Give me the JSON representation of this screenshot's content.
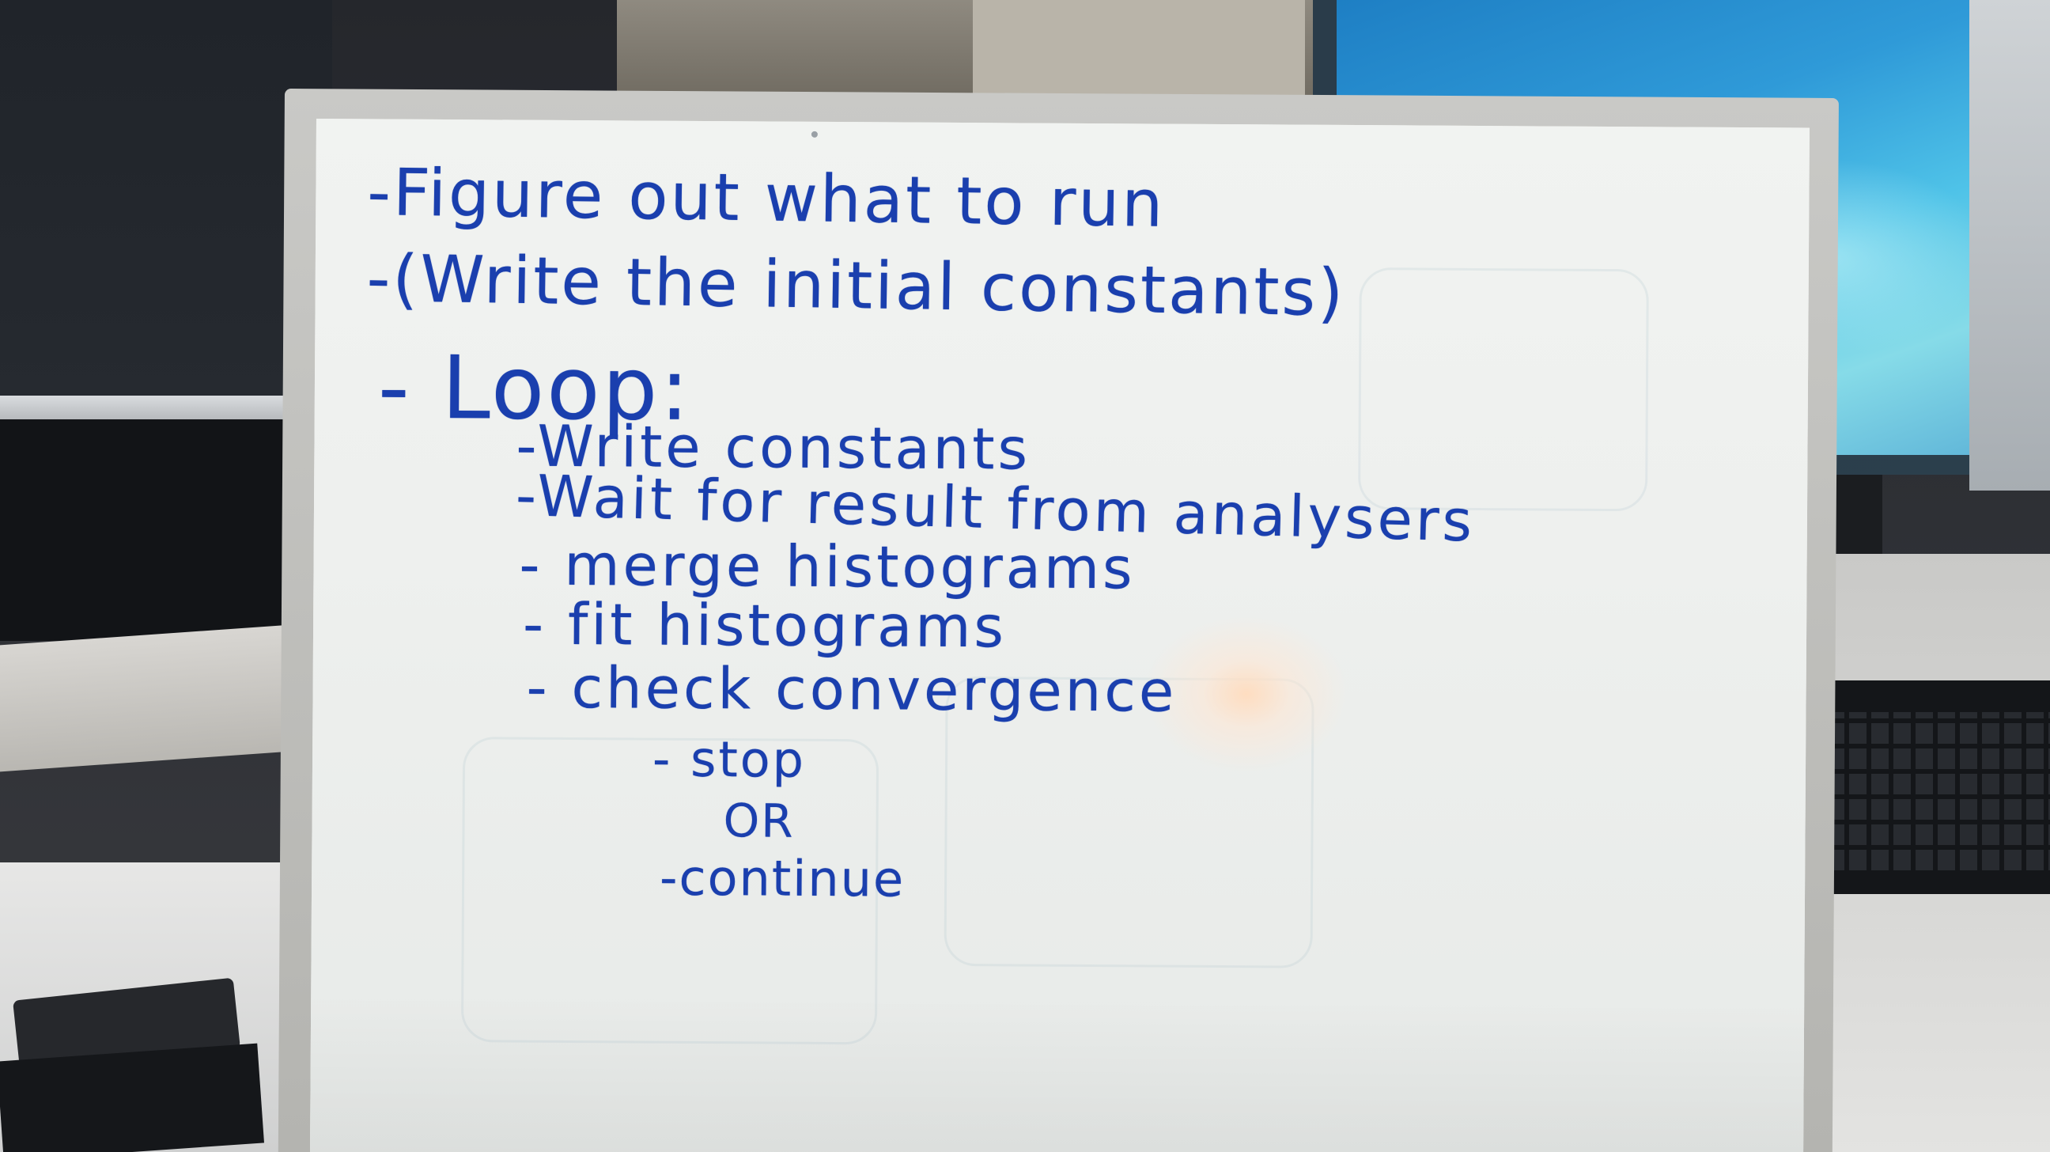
{
  "whiteboard": {
    "lines": {
      "figure_out": "-Figure out what to run",
      "write_initial": "-(Write the initial constants)",
      "loop": "- Loop:",
      "write_constants": "-Write constants",
      "wait_result": "-Wait for result from analysers",
      "merge": "- merge histograms",
      "fit": "- fit histograms",
      "check": "- check convergence",
      "stop": "- stop",
      "or": "OR",
      "continue": "-continue"
    },
    "ink_color": "#1a3fae",
    "board_color": "#eef0ee"
  }
}
